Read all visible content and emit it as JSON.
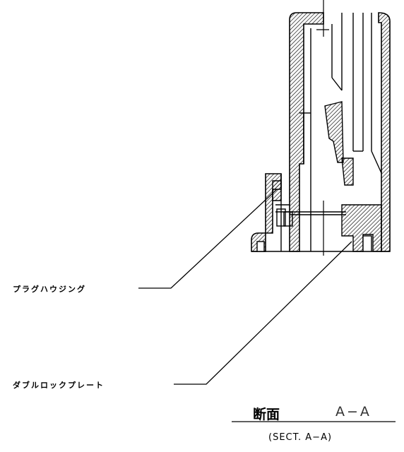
{
  "callouts": {
    "plug_housing": "プラグハウジング",
    "double_lock_plate": "ダブルロックプレート"
  },
  "section": {
    "title": "断面",
    "id": "A−A",
    "subtitle": "(SECT. A−A)"
  }
}
